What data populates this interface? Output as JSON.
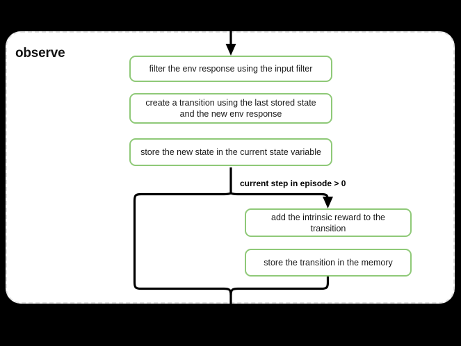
{
  "diagram": {
    "type": "flowchart",
    "background_color": "#000000",
    "group": {
      "title": "observe",
      "border_style": "dashed",
      "border_color": "#e2e2e2",
      "fill_color": "#ffffff"
    },
    "node_border_color": "#8fc978",
    "node_fill_color": "#ffffff",
    "edge_color": "#000000",
    "nodes": [
      {
        "id": "filter",
        "label": "filter the env response using the input filter"
      },
      {
        "id": "create",
        "label": "create a transition using the last stored state and the new env response"
      },
      {
        "id": "store_state",
        "label": "store the new state in the current state variable"
      },
      {
        "id": "intrinsic",
        "label": "add the intrinsic reward to the transition"
      },
      {
        "id": "store_mem",
        "label": "store the transition in the memory"
      }
    ],
    "edges": [
      {
        "from": "entry",
        "to": "filter",
        "label": ""
      },
      {
        "from": "store_state",
        "to": "intrinsic",
        "label": "current step in episode > 0"
      },
      {
        "from": "store_mem",
        "to": "exit",
        "label": ""
      }
    ],
    "condition_label": "current step in episode > 0"
  }
}
